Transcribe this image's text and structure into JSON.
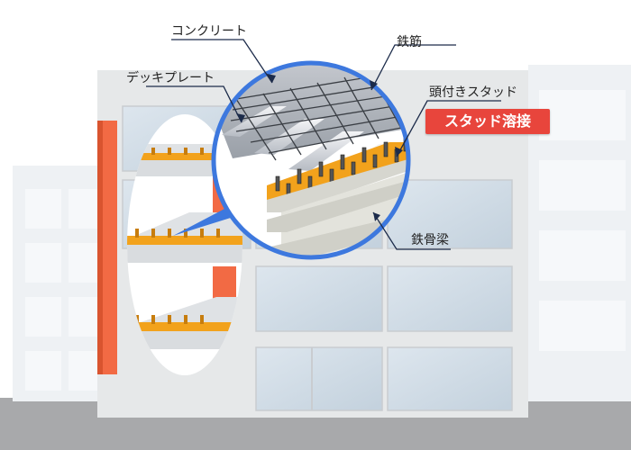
{
  "labels": {
    "concrete": "コンクリート",
    "rebar": "鉄筋",
    "deck_plate": "デッキプレート",
    "headed_stud": "頭付きスタッド",
    "stud_welding": "スタッド溶接",
    "steel_beam": "鉄骨梁"
  },
  "colors": {
    "ground": "#a8a9ab",
    "building_back": "#eef1f4",
    "building_front": "#e6e8e9",
    "window": "#cfdae4",
    "column_red": "#f26a44",
    "stud_orange": "#f2a21c",
    "callout_blue": "#3d78de",
    "badge_red": "#e8453c",
    "beam_gray": "#e3e3dc"
  }
}
